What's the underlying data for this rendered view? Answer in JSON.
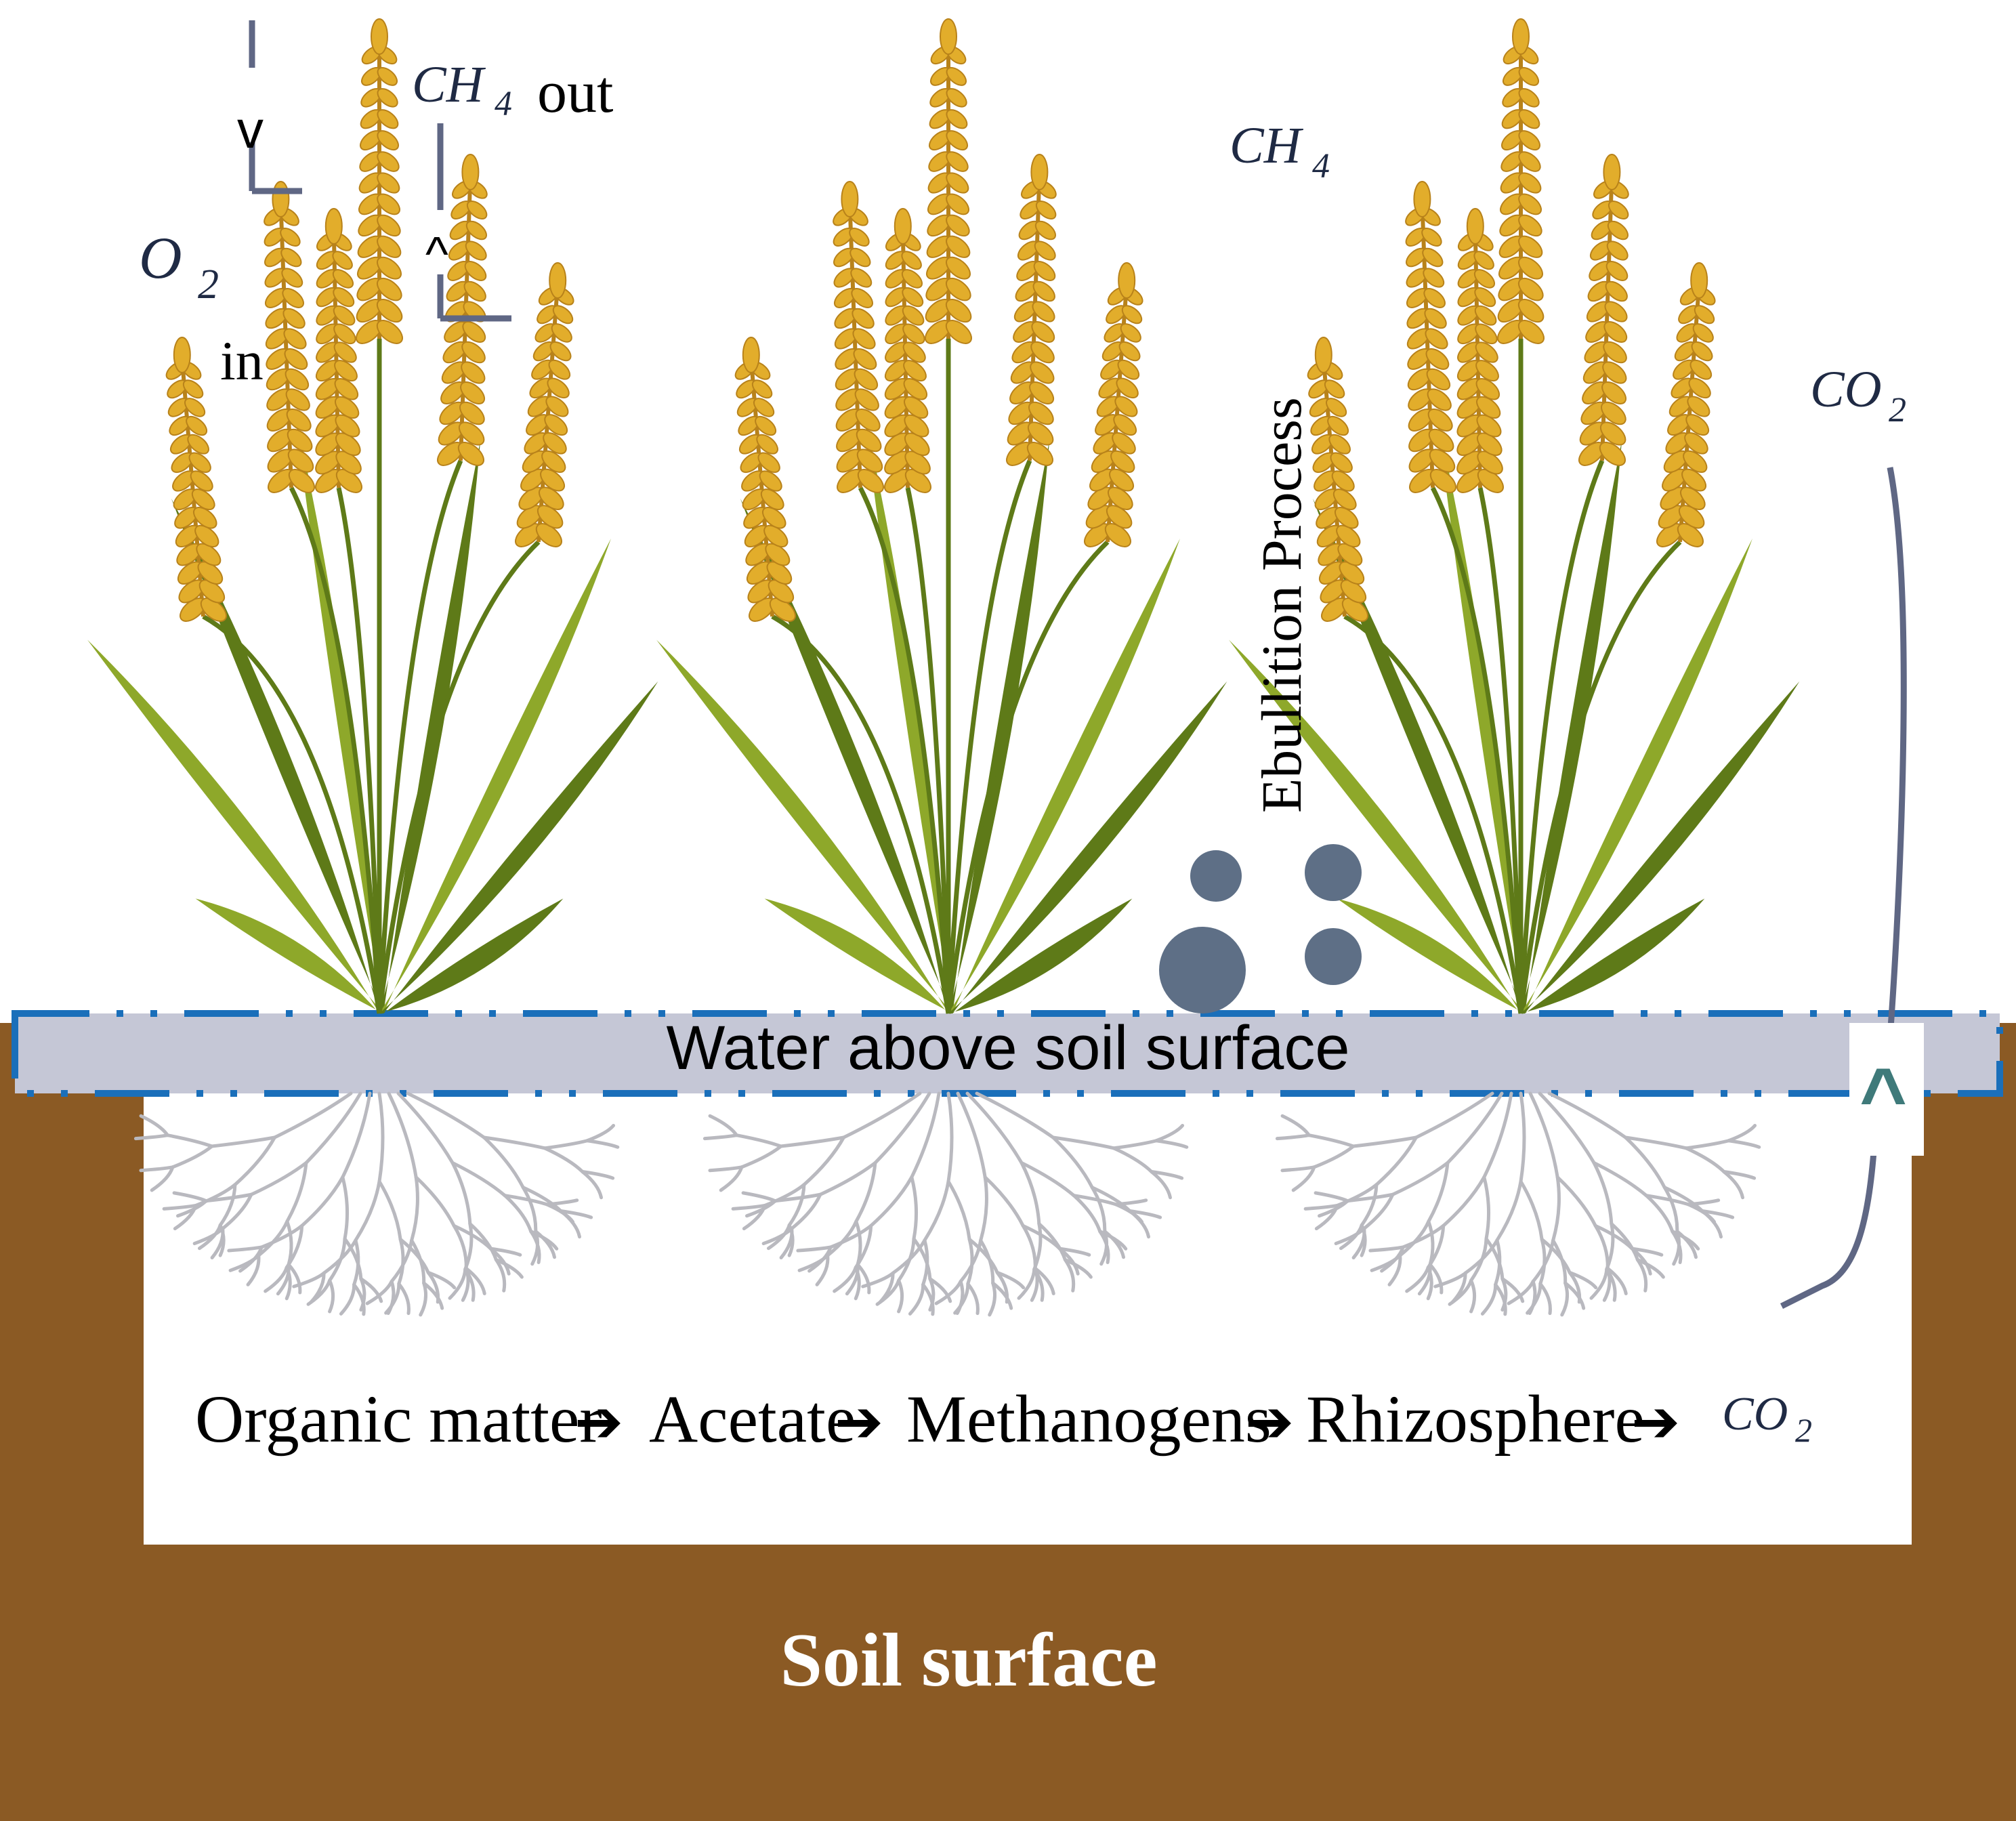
{
  "labels": {
    "o2": "O",
    "o2_sub": "2",
    "o2_in": "in",
    "ch4_out_chem": "CH",
    "ch4_out_sub": "4",
    "ch4_out_word": "out",
    "ch4_top_chem": "CH",
    "ch4_top_sub": "4",
    "co2_right_chem": "CO",
    "co2_right_sub": "2",
    "ebullition": "Ebullition Process",
    "water": "Water above soil surface",
    "soil": "Soil surface",
    "arrow_down_glyph": "v",
    "arrow_up_glyph_left": "^",
    "arrow_up_glyph_right": "^"
  },
  "pathway": {
    "steps": [
      "Organic matter",
      "Acetate",
      "Methanogens",
      "Rhizosphere"
    ],
    "final_chem": "CO",
    "final_sub": "2",
    "arrow": "➔"
  },
  "colors": {
    "soil": "#8b5a24",
    "water_band": "#c5c7d6",
    "water_border": "#1a6fba",
    "grain": "#e2ad2b",
    "grain_dark": "#b8821a",
    "leaf": "#8ea82a",
    "leaf_dark": "#5e7a18",
    "root": "#b9b9bf",
    "bubble": "#5e6f86",
    "arrow_line": "#5f6784",
    "up_marker": "#3f7a7a",
    "chem_text": "#1f2a44"
  },
  "icons": {
    "bubbles": "methane-bubble-icon",
    "plant": "rice-plant-icon",
    "roots": "root-system-icon"
  }
}
